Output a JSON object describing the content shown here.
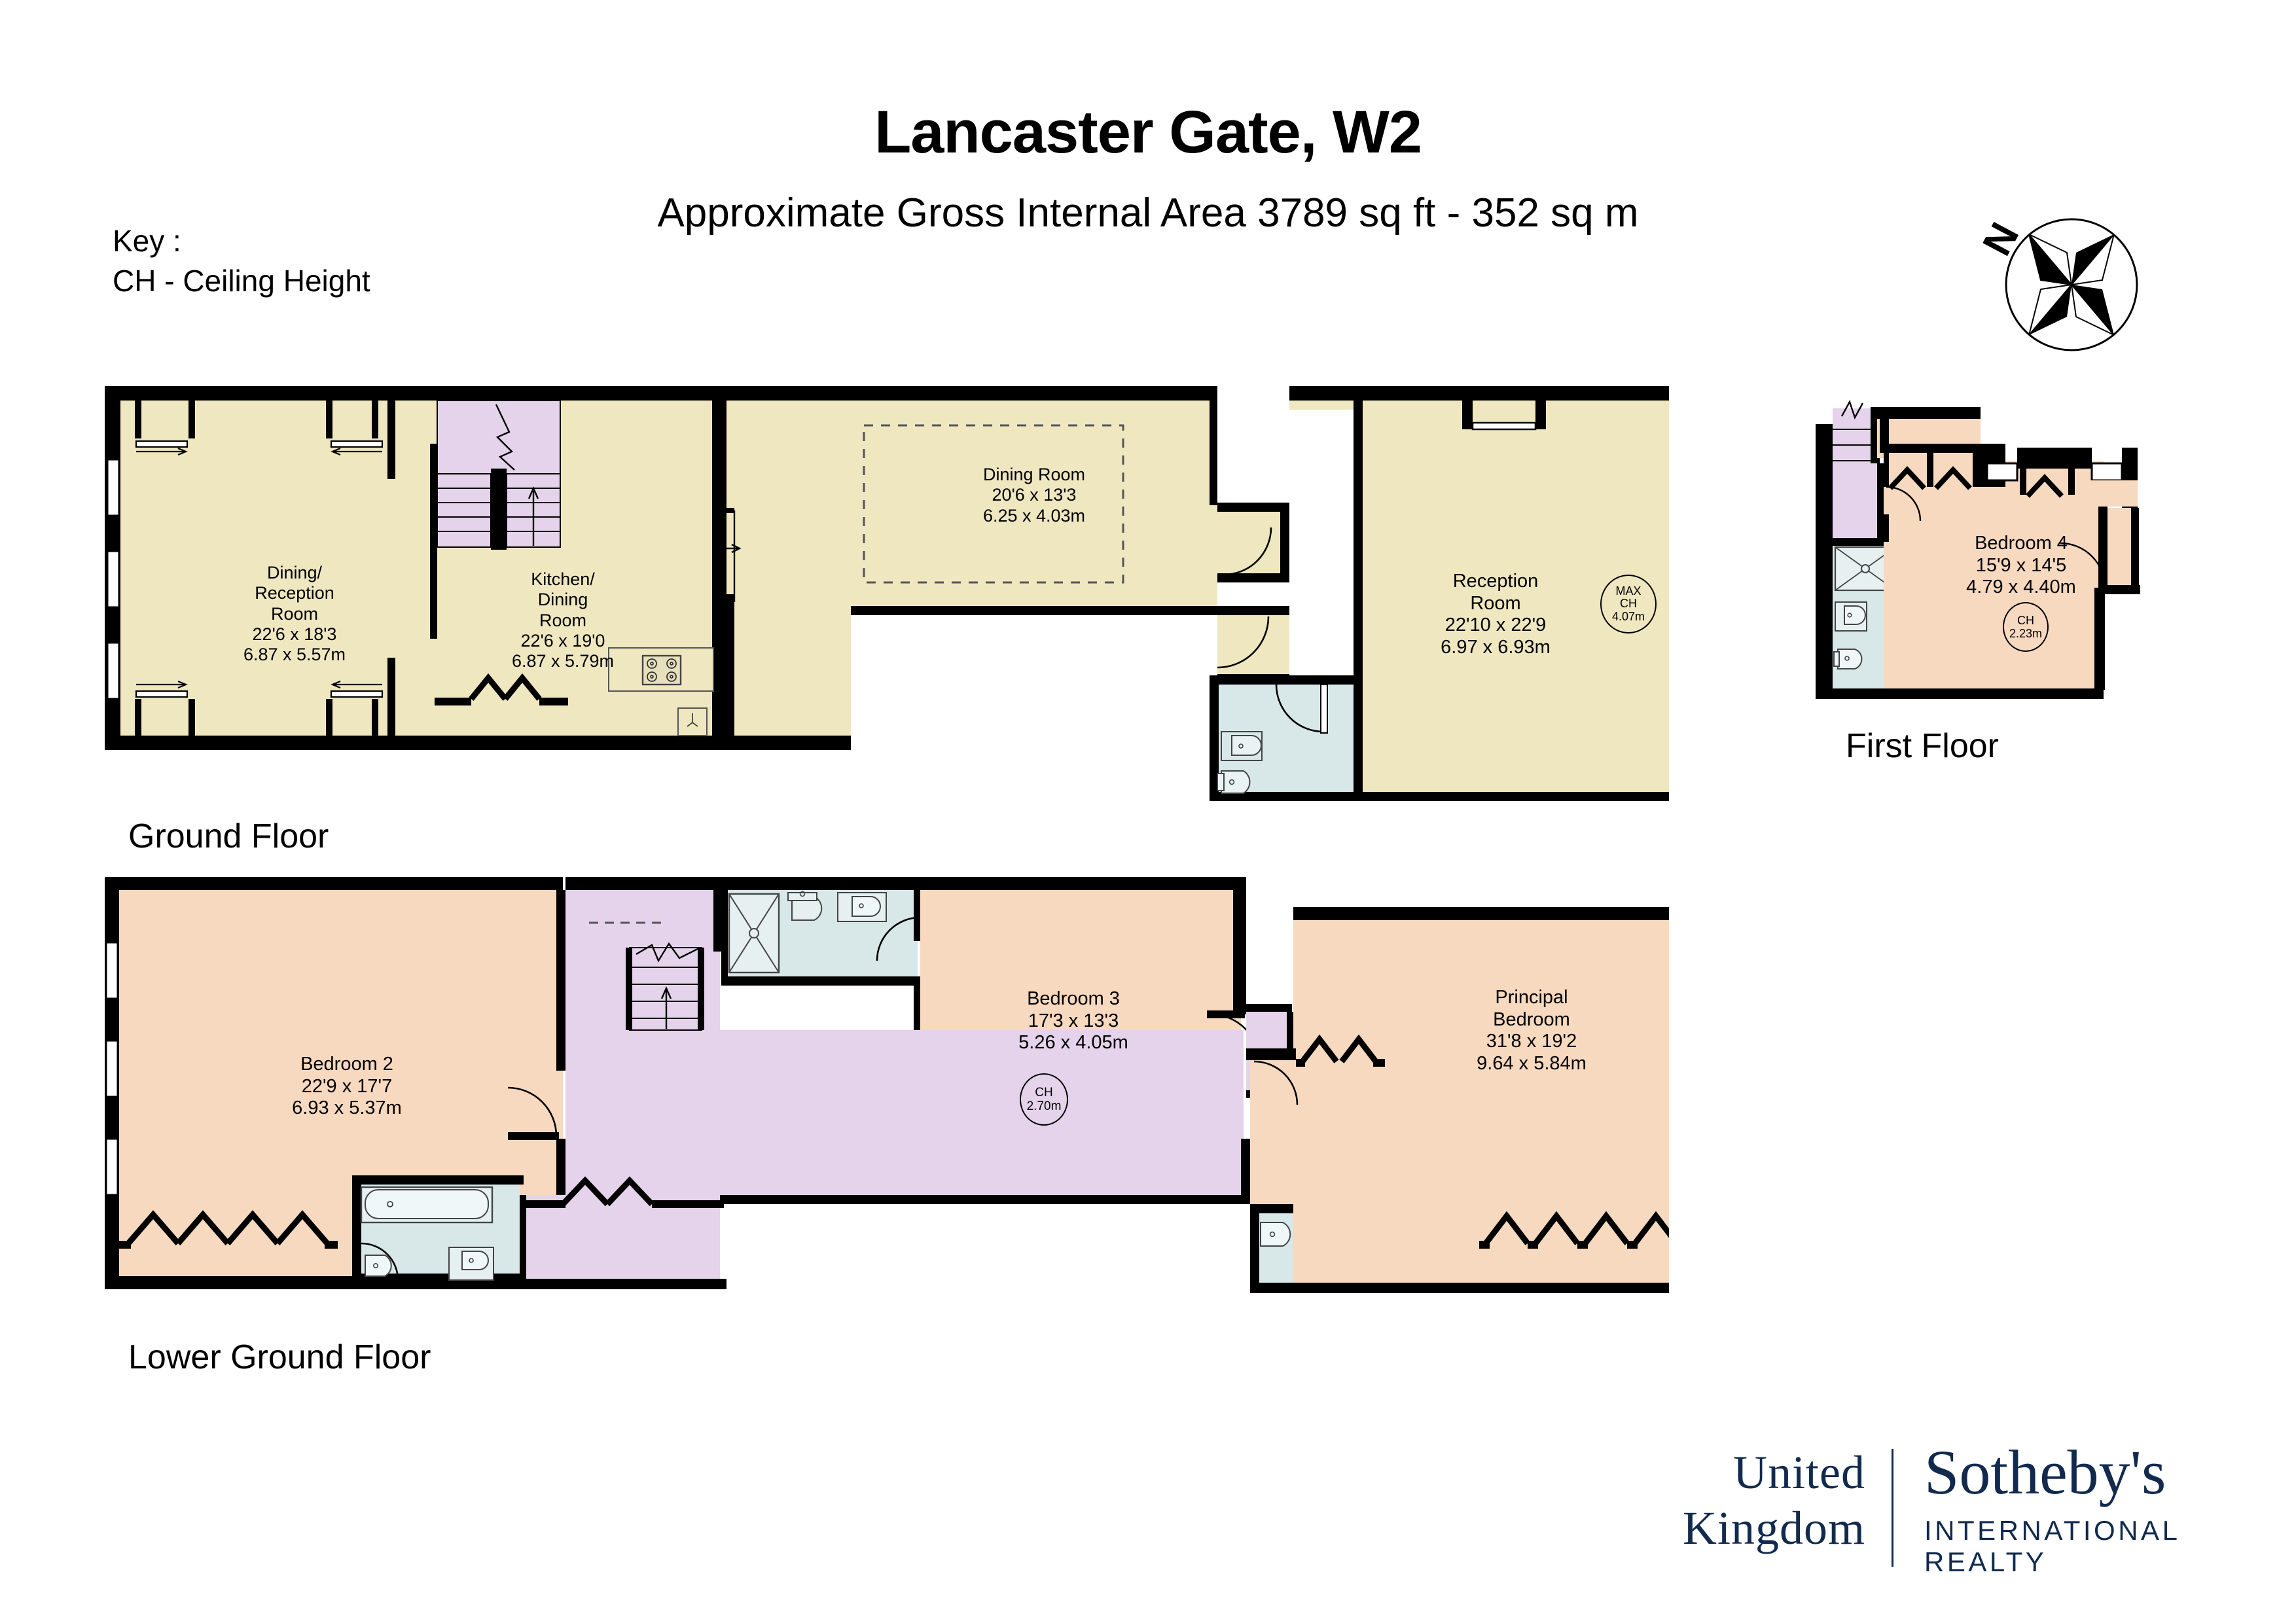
{
  "header": {
    "title": "Lancaster Gate, W2",
    "subtitle": "Approximate Gross Internal Area 3789 sq ft - 352 sq m",
    "key_title": "Key :",
    "key_line": "CH - Ceiling Height",
    "compass_label": "N"
  },
  "colors": {
    "ground_fill": "#efe7c0",
    "bedroom_fill": "#f7d9bf",
    "hall_fill": "#e4d3ea",
    "bathroom_fill": "#d8e7e8",
    "terrace_fill": "#d5e8cd",
    "wall": "#000000",
    "logo_navy": "#112a4e"
  },
  "floors": [
    {
      "id": "ground",
      "caption": "Ground Floor",
      "rooms": [
        {
          "name": "dining-reception-room",
          "lines": [
            "Dining/",
            "Reception",
            "Room",
            "22'6 x 18'3",
            "6.87 x 5.57m"
          ]
        },
        {
          "name": "kitchen-dining-room",
          "lines": [
            "Kitchen/",
            "Dining",
            "Room",
            "22'6 x 19'0",
            "6.87 x 5.79m"
          ]
        },
        {
          "name": "dining-room",
          "lines": [
            "Dining Room",
            "20'6 x 13'3",
            "6.25 x 4.03m"
          ]
        },
        {
          "name": "reception-room",
          "lines": [
            "Reception",
            "Room",
            "22'10 x 22'9",
            "6.97 x 6.93m"
          ]
        }
      ],
      "ceiling_badges": [
        {
          "name": "reception-room-max-ch",
          "lines": [
            "MAX",
            "CH",
            "4.07m"
          ]
        }
      ]
    },
    {
      "id": "lower-ground",
      "caption": "Lower Ground Floor",
      "rooms": [
        {
          "name": "bedroom-2",
          "lines": [
            "Bedroom 2",
            "22'9 x 17'7",
            "6.93 x 5.37m"
          ]
        },
        {
          "name": "bedroom-3",
          "lines": [
            "Bedroom 3",
            "17'3 x 13'3",
            "5.26 x 4.05m"
          ]
        },
        {
          "name": "principal-bedroom",
          "lines": [
            "Principal",
            "Bedroom",
            "31'8 x 19'2",
            "9.64 x 5.84m"
          ]
        }
      ],
      "ceiling_badges": [
        {
          "name": "bedroom-3-ch",
          "lines": [
            "CH",
            "2.70m"
          ]
        }
      ]
    },
    {
      "id": "first",
      "caption": "First Floor",
      "rooms": [
        {
          "name": "bedroom-4",
          "lines": [
            "Bedroom 4",
            "15'9 x 14'5",
            "4.79 x 4.40m"
          ]
        }
      ],
      "ceiling_badges": [
        {
          "name": "bedroom-4-ch",
          "lines": [
            "CH",
            "2.23m"
          ]
        }
      ]
    }
  ],
  "logo": {
    "line1": "United",
    "line2": "Kingdom",
    "brand": "Sotheby's",
    "tagline": "INTERNATIONAL REALTY"
  }
}
